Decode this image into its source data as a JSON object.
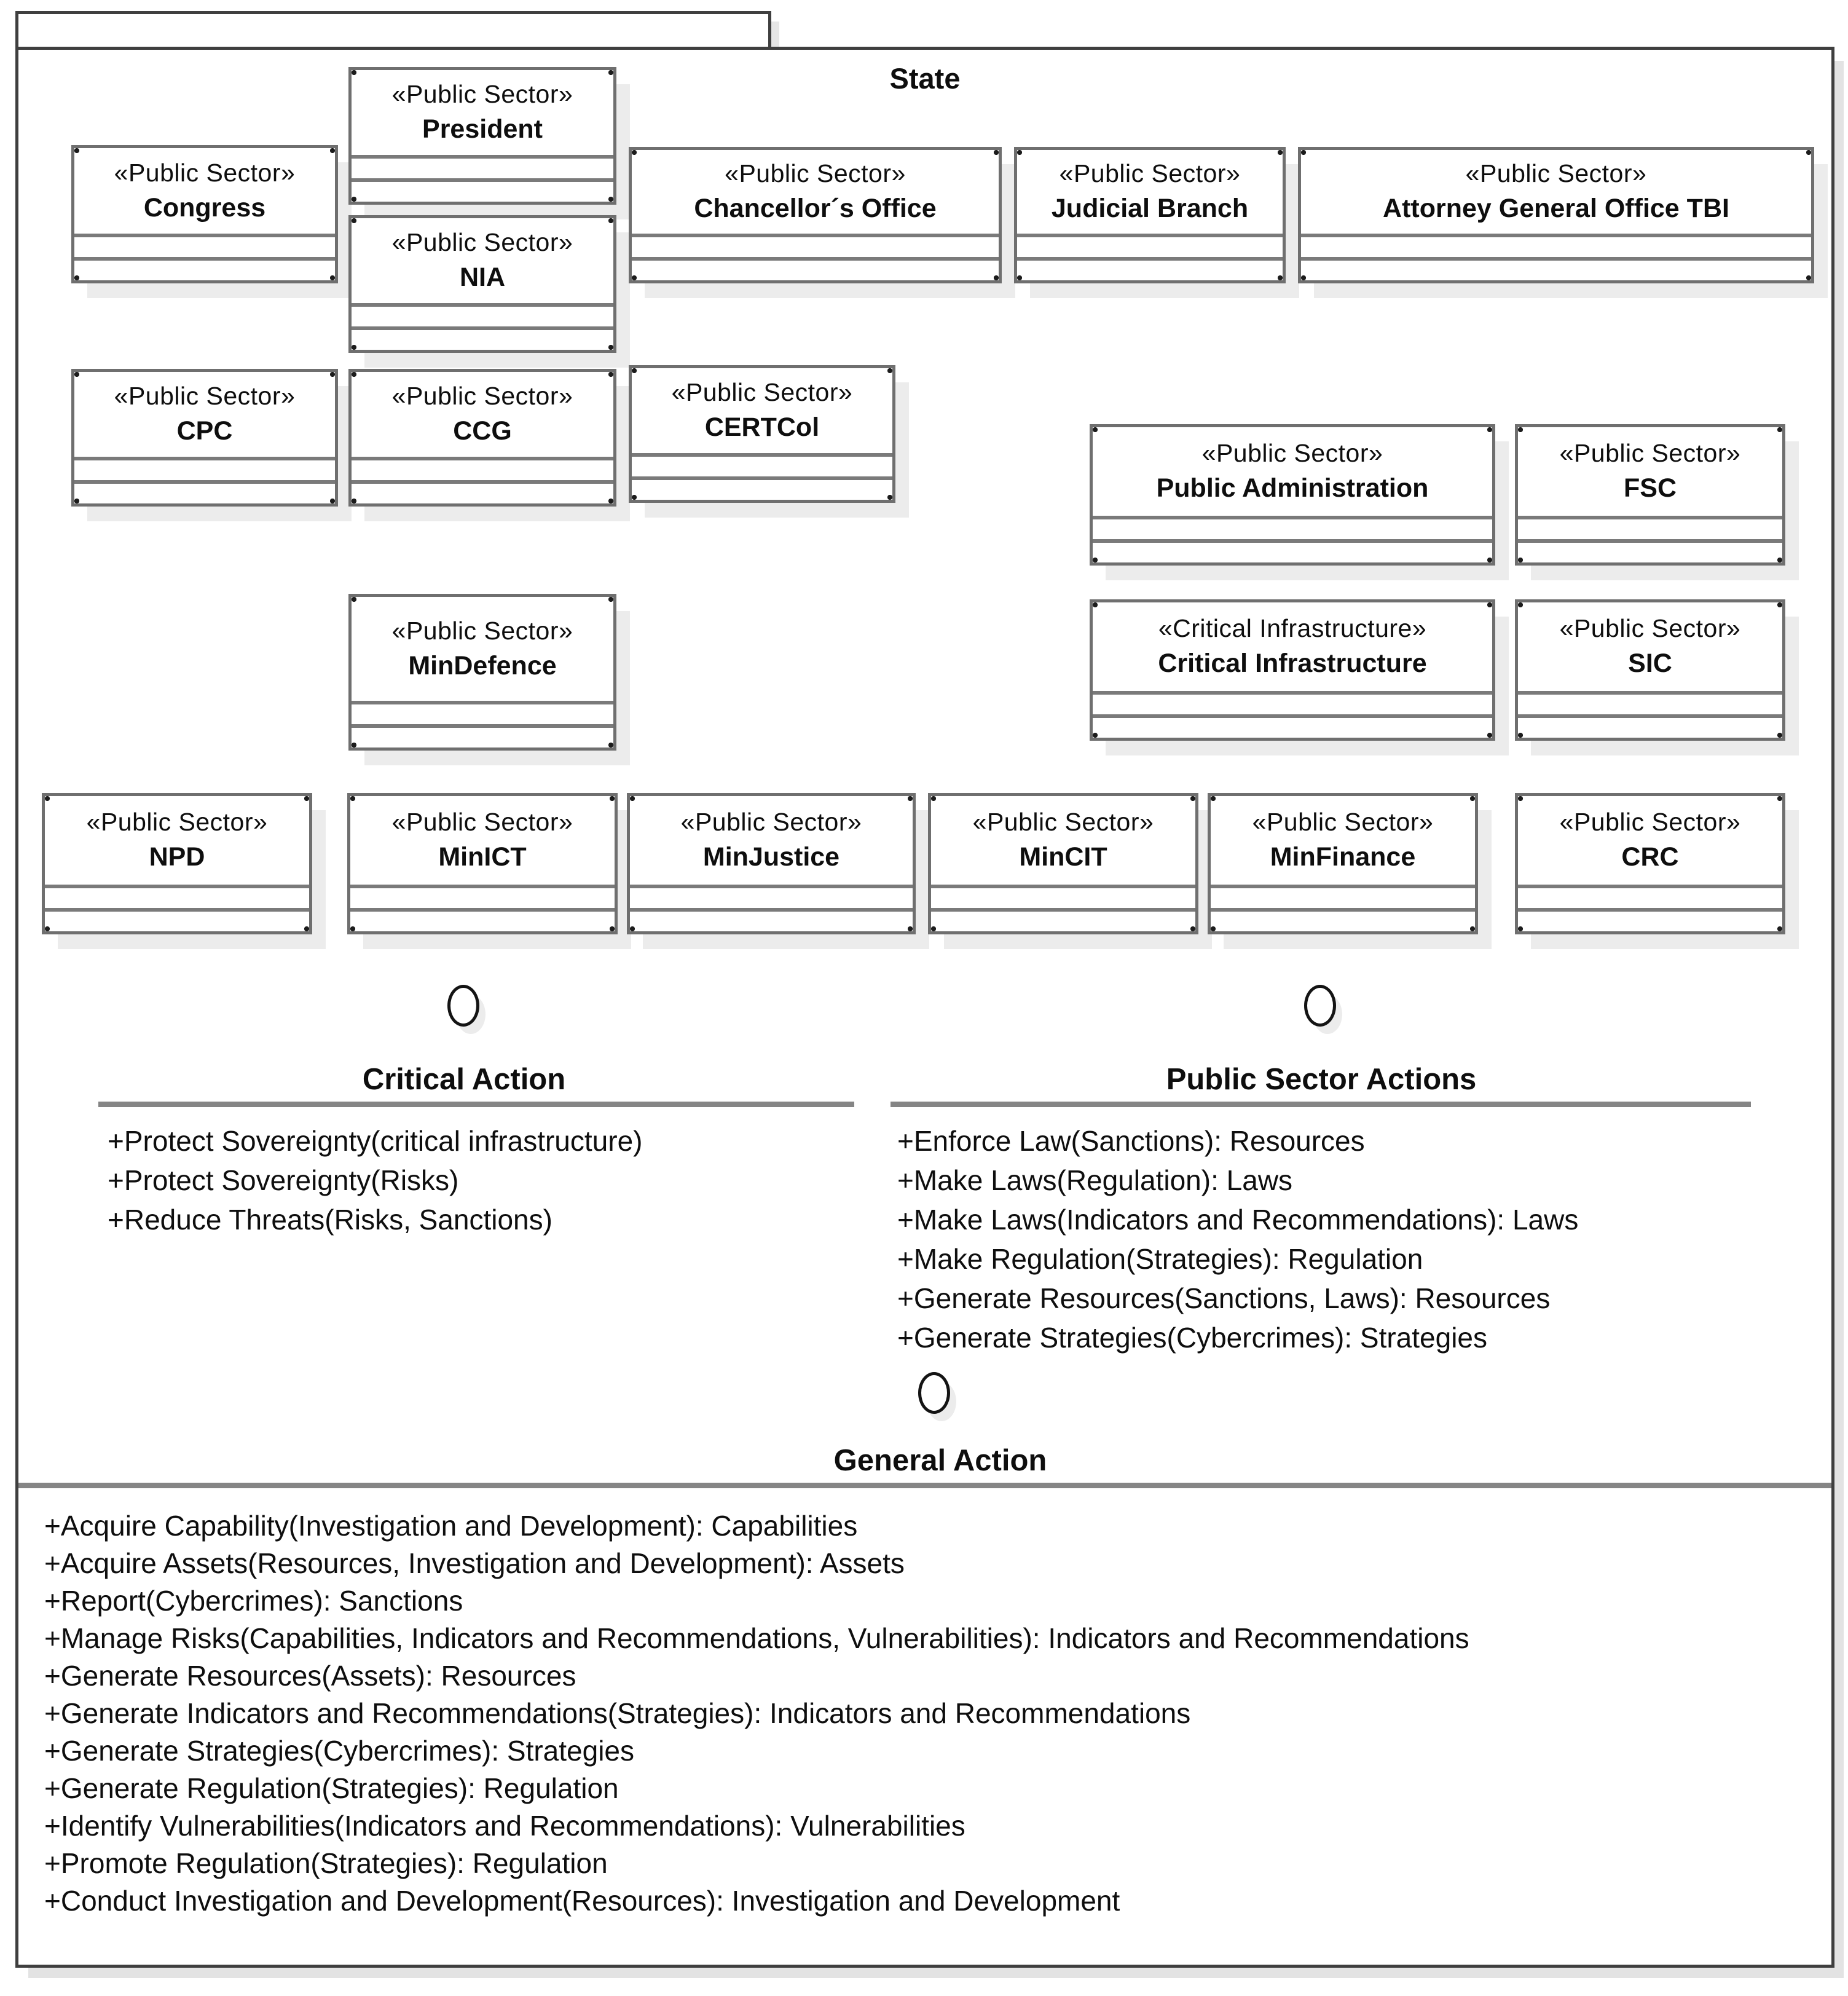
{
  "package": {
    "title": "State"
  },
  "classes": [
    {
      "stereotype": "«Public Sector»",
      "name": "Congress"
    },
    {
      "stereotype": "«Public Sector»",
      "name": "President"
    },
    {
      "stereotype": "«Public Sector»",
      "name": "NIA"
    },
    {
      "stereotype": "«Public Sector»",
      "name": "Chancellor´s Office"
    },
    {
      "stereotype": "«Public Sector»",
      "name": "Judicial Branch"
    },
    {
      "stereotype": "«Public Sector»",
      "name": "Attorney General Office TBI"
    },
    {
      "stereotype": "«Public Sector»",
      "name": "CPC"
    },
    {
      "stereotype": "«Public Sector»",
      "name": "CCG"
    },
    {
      "stereotype": "«Public Sector»",
      "name": "CERTCol"
    },
    {
      "stereotype": "«Public Sector»",
      "name": "Public Administration"
    },
    {
      "stereotype": "«Public Sector»",
      "name": "FSC"
    },
    {
      "stereotype": "«Public Sector»",
      "name": "MinDefence"
    },
    {
      "stereotype": "«Critical Infrastructure»",
      "name": "Critical Infrastructure"
    },
    {
      "stereotype": "«Public Sector»",
      "name": "SIC"
    },
    {
      "stereotype": "«Public Sector»",
      "name": "NPD"
    },
    {
      "stereotype": "«Public Sector»",
      "name": "MinICT"
    },
    {
      "stereotype": "«Public Sector»",
      "name": "MinJustice"
    },
    {
      "stereotype": "«Public Sector»",
      "name": "MinCIT"
    },
    {
      "stereotype": "«Public Sector»",
      "name": "MinFinance"
    },
    {
      "stereotype": "«Public Sector»",
      "name": "CRC"
    }
  ],
  "interfaces": {
    "critical": {
      "title": "Critical Action",
      "operations": [
        "+Protect Sovereignty(critical infrastructure)",
        "+Protect Sovereignty(Risks)",
        "+Reduce Threats(Risks, Sanctions)"
      ]
    },
    "public_sector": {
      "title": "Public Sector Actions",
      "operations": [
        "+Enforce Law(Sanctions): Resources",
        "+Make Laws(Regulation): Laws",
        "+Make Laws(Indicators and Recommendations): Laws",
        "+Make Regulation(Strategies): Regulation",
        "+Generate Resources(Sanctions, Laws): Resources",
        "+Generate Strategies(Cybercrimes): Strategies"
      ]
    },
    "general": {
      "title": "General Action",
      "operations": [
        "+Acquire Capability(Investigation and Development): Capabilities",
        "+Acquire Assets(Resources, Investigation and Development): Assets",
        "+Report(Cybercrimes): Sanctions",
        "+Manage Risks(Capabilities, Indicators and Recommendations, Vulnerabilities): Indicators and Recommendations",
        "+Generate Resources(Assets): Resources",
        "+Generate Indicators and Recommendations(Strategies): Indicators and Recommendations",
        "+Generate Strategies(Cybercrimes): Strategies",
        "+Generate Regulation(Strategies): Regulation",
        "+Identify Vulnerabilities(Indicators and Recommendations): Vulnerabilities",
        "+Promote Regulation(Strategies): Regulation",
        "+Conduct Investigation and Development(Resources): Investigation and Development"
      ]
    }
  },
  "icons": {
    "interface": "lollipop-circle-icon"
  },
  "colors": {
    "background": "#ffffff",
    "package_border": "#3f3f3f",
    "class_border": "#6f6f6f",
    "separator_gray": "#858585",
    "shadow_gray": "#ececec",
    "text": "#0e0e0e"
  }
}
